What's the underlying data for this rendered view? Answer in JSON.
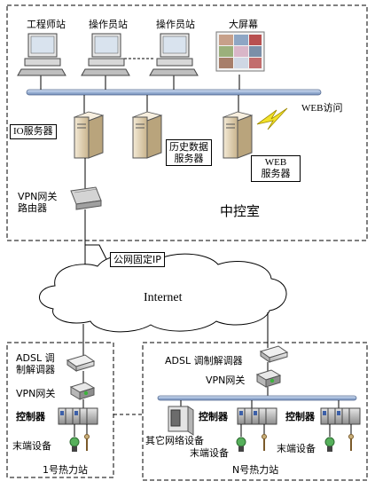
{
  "central": {
    "engineer_station": "工程师站",
    "operator_station_1": "操作员站",
    "operator_station_2": "操作员站",
    "big_screen": "大屏幕",
    "web_access": "WEB访问",
    "io_server": "IO服务器",
    "history_server_line1": "历史数据",
    "history_server_line2": "服务器",
    "web_server_line1": "WEB",
    "web_server_line2": "服务器",
    "vpn_router_line1": "VPN网关",
    "vpn_router_line2": "路由器",
    "room_title": "中控室"
  },
  "network": {
    "public_ip": "公网固定IP",
    "internet": "Internet"
  },
  "station1": {
    "adsl_line1": "ADSL 调",
    "adsl_line2": "制解调器",
    "vpn": "VPN网关",
    "controller": "控制器",
    "terminal": "末端设备",
    "name": "1号热力站"
  },
  "stationN": {
    "adsl": "ADSL 调制解调器",
    "vpn": "VPN网关",
    "controller_1": "控制器",
    "controller_2": "控制器",
    "other_device": "其它网络设备",
    "terminal_1": "末端设备",
    "terminal_2": "末端设备",
    "name": "N号热力站"
  }
}
